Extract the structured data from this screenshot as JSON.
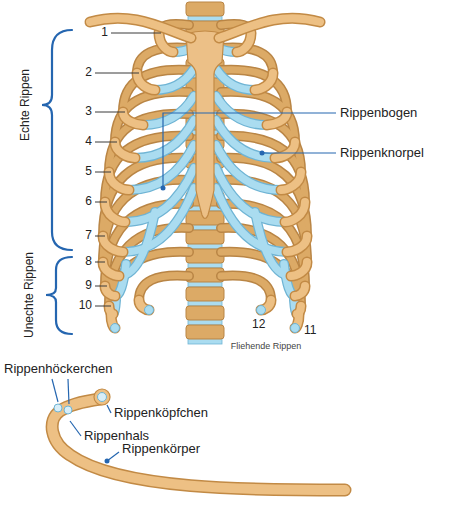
{
  "diagram": {
    "labels": [
      "Echte Rippen",
      "1",
      "2",
      "3",
      "Rippenbogen",
      "4",
      "Rippenknorpel",
      "5",
      "6",
      "7",
      "Unechte Rippen",
      "8",
      "9",
      "10",
      "12",
      "11",
      "Fliehende Rippen",
      "Rippenhöckerchen",
      "Rippenköpfchen",
      "Rippenhals",
      "Rippenkörper"
    ]
  }
}
